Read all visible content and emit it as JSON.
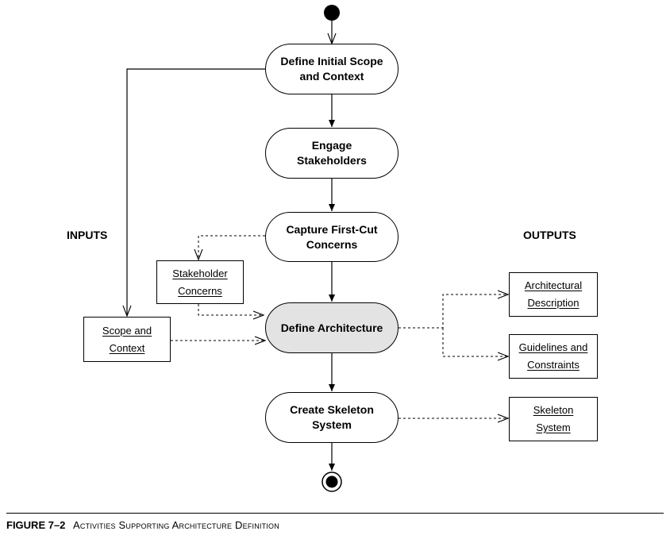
{
  "diagram": {
    "activities": {
      "define_scope": [
        "Define Initial Scope",
        "and Context"
      ],
      "engage": [
        "Engage",
        "Stakeholders"
      ],
      "capture": [
        "Capture First-Cut",
        "Concerns"
      ],
      "define_arch": [
        "Define Architecture"
      ],
      "skeleton": [
        "Create Skeleton",
        "System"
      ]
    },
    "objects": {
      "stakeholder_concerns": [
        "Stakeholder",
        "Concerns"
      ],
      "scope_context": [
        "Scope and",
        "Context"
      ],
      "arch_description": [
        "Architectural",
        "Description"
      ],
      "guidelines": [
        "Guidelines and",
        "Constraints"
      ],
      "skeleton_system": [
        "Skeleton",
        "System"
      ]
    },
    "labels": {
      "inputs": "INPUTS",
      "outputs": "OUTPUTS"
    },
    "colors": {
      "highlight_fill": "#e3e3e3",
      "line": "#000000"
    }
  },
  "caption": {
    "figure": "FIGURE 7–2",
    "title": "Activities Supporting Architecture Definition"
  }
}
